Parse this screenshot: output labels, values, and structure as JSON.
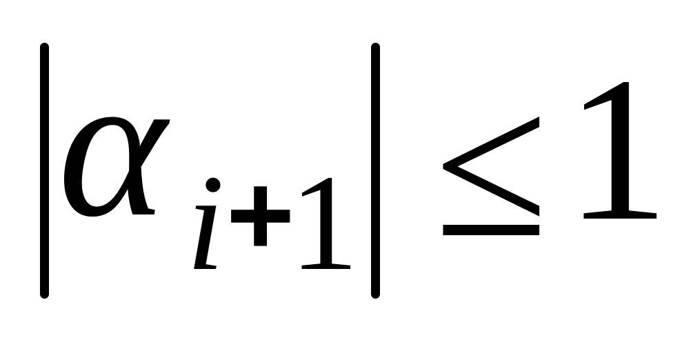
{
  "formula": {
    "base_symbol": "α",
    "subscript_index": "i",
    "subscript_operator": "+",
    "subscript_constant": "1",
    "relation": "≤",
    "right_side": "1"
  }
}
